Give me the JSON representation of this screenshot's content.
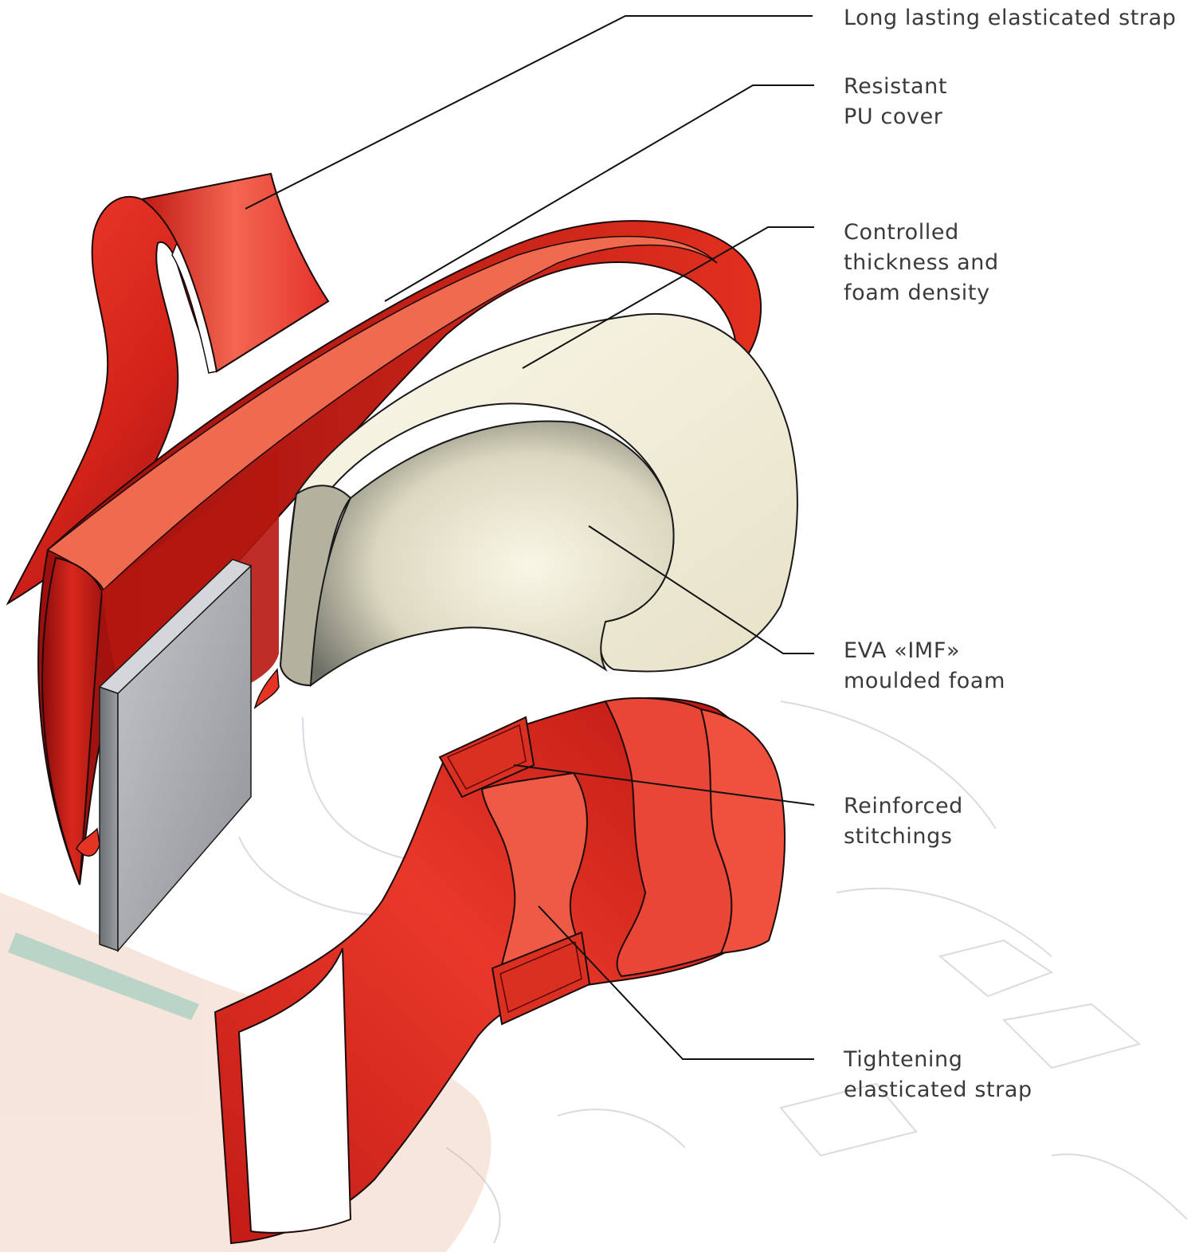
{
  "labels": {
    "strap": [
      "Long lasting elasticated strap"
    ],
    "cover": [
      "Resistant",
      "PU cover"
    ],
    "thickness": [
      "Controlled",
      "thickness and",
      "foam density"
    ],
    "eva": [
      "EVA «IMF»",
      "moulded foam"
    ],
    "stitch": [
      "Reinforced",
      "stitchings"
    ],
    "tightening": [
      "Tightening",
      "elasticated strap"
    ]
  },
  "colors": {
    "red": "#e0261c",
    "red_dark": "#8e0d0c",
    "red_light": "#f25a45",
    "foam": "#f1eedc",
    "foam_shadow": "#9b9a86",
    "plate": "#9ea1a6",
    "leader": "#111111",
    "text": "#3a3a3a"
  }
}
